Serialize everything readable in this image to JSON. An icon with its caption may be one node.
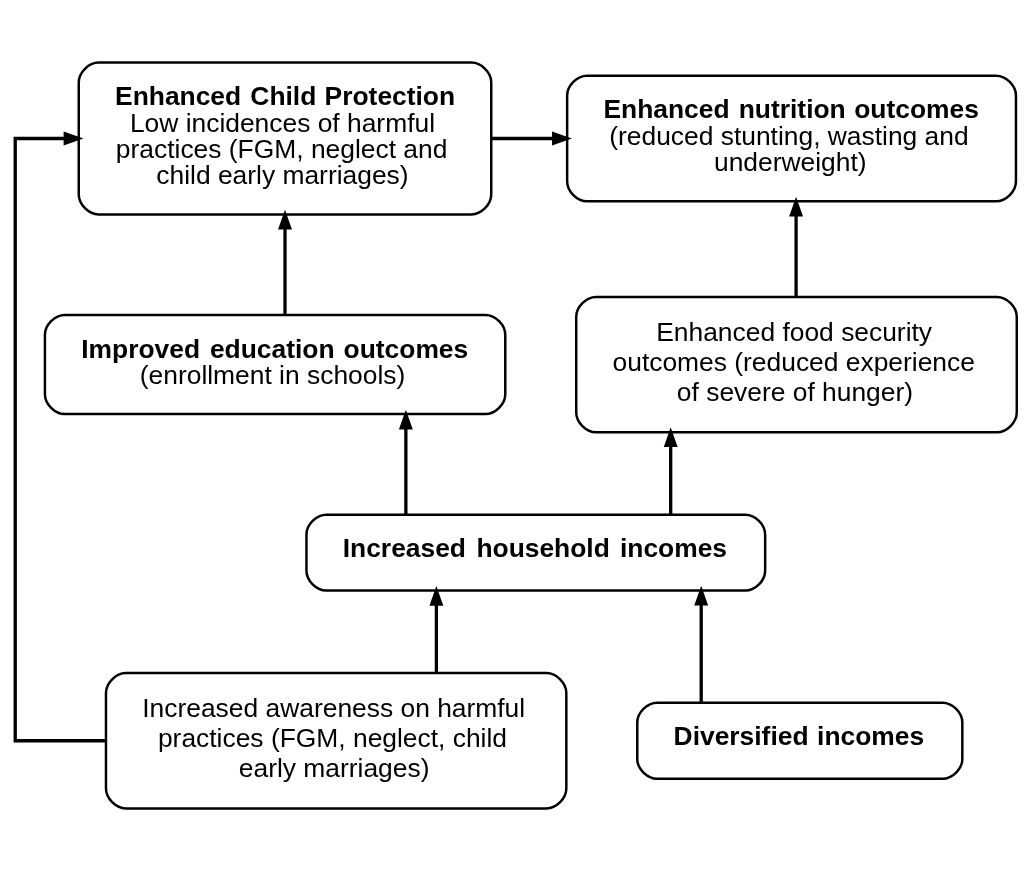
{
  "diagram": {
    "nodes": [
      {
        "text": [
          "**Enhanced Child Protection**",
          "Low incidences of harmful practices (FGM, neglect and child early marriages)"
        ]
      },
      {
        "text": [
          "**Enhanced nutrition outcomes** (reduced stunting, wasting and underweight)"
        ]
      },
      {
        "text": [
          "**Improved education outcomes** (enrollment in schools)"
        ]
      },
      {
        "text": [
          "Enhanced food security outcomes (reduced experience of severe of hunger)"
        ]
      },
      {
        "text": [
          "**Increased household incomes**"
        ]
      },
      {
        "text": [
          "Increased awareness on harmful practices (FGM, neglect, child early marriages)"
        ]
      },
      {
        "text": [
          "**Diversified incomes**"
        ]
      }
    ],
    "edges": [
      {
        "from": 0,
        "to": 1,
        "arrow": "to"
      },
      {
        "from": 2,
        "to": 0,
        "arrow": "to"
      },
      {
        "from": 3,
        "to": 1,
        "arrow": "to"
      },
      {
        "from": 4,
        "to": 2,
        "arrow": "to"
      },
      {
        "from": 4,
        "to": 3,
        "arrow": "to"
      },
      {
        "from": 5,
        "to": 4,
        "arrow": "to"
      },
      {
        "from": 6,
        "to": 4,
        "arrow": "to"
      },
      {
        "from": 5,
        "to": 0,
        "arrow": "to"
      }
    ]
  }
}
